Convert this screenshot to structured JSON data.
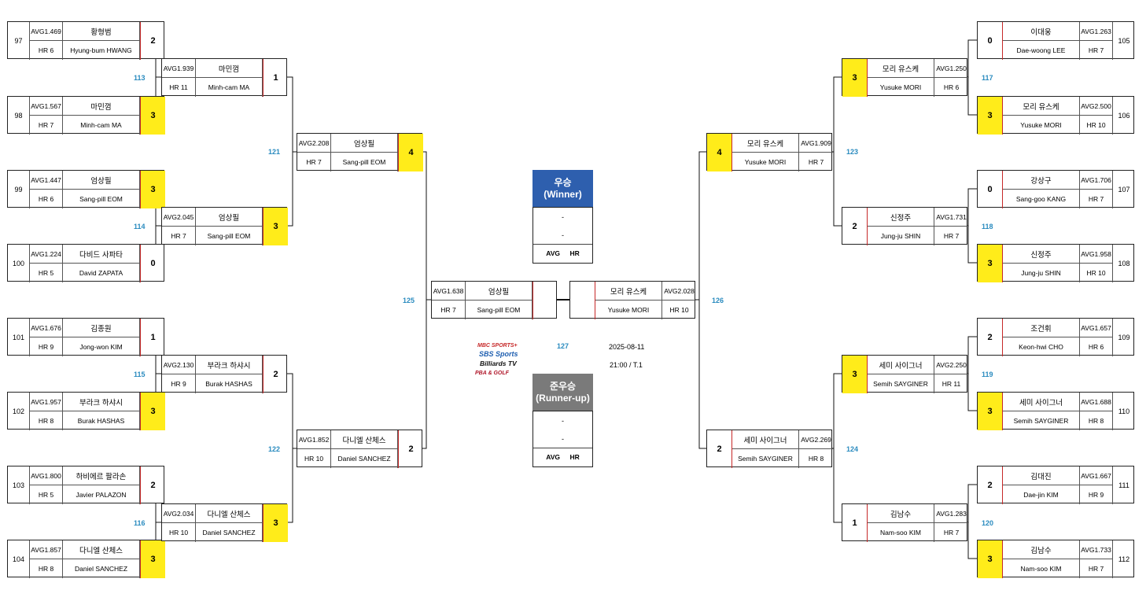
{
  "winner": {
    "title": "우승",
    "subtitle": "(Winner)",
    "name": "-",
    "name_en": "-",
    "avg_label": "AVG",
    "hr_label": "HR",
    "color": "#2e5fae"
  },
  "runner_up": {
    "title": "준우승",
    "subtitle": "(Runner-up)",
    "name": "-",
    "name_en": "-",
    "avg_label": "AVG",
    "hr_label": "HR",
    "color": "#7a7a7a"
  },
  "final": {
    "id": "127",
    "date": "2025-08-11",
    "time": "21:00 / T.1"
  },
  "logos": {
    "mbc": "MBC SPORTS+",
    "sbs": "SBS Sports",
    "billiards": "Billiards TV",
    "pba": "PBA & GOLF"
  },
  "colors": {
    "winner_fill": "#ffec1a",
    "match_label": "#2a8bbf",
    "border_accent": "#c62828"
  },
  "match_labels": [
    "113",
    "114",
    "115",
    "116",
    "121",
    "122",
    "125",
    "117",
    "118",
    "119",
    "120",
    "123",
    "124",
    "126"
  ],
  "players": [
    {
      "seed": "97",
      "avg": "AVG1.469",
      "hr": "HR 6",
      "name": "황형범",
      "name_en": "Hyung-bum HWANG",
      "score": "2",
      "win": false
    },
    {
      "seed": "98",
      "avg": "AVG1.567",
      "hr": "HR 7",
      "name": "마민껌",
      "name_en": "Minh-cam MA",
      "score": "3",
      "win": true
    },
    {
      "seed": "99",
      "avg": "AVG1.447",
      "hr": "HR 6",
      "name": "엄상필",
      "name_en": "Sang-pill EOM",
      "score": "3",
      "win": true
    },
    {
      "seed": "100",
      "avg": "AVG1.224",
      "hr": "HR 5",
      "name": "다비드 사파타",
      "name_en": "David ZAPATA",
      "score": "0",
      "win": false
    },
    {
      "seed": "101",
      "avg": "AVG1.676",
      "hr": "HR 9",
      "name": "김종원",
      "name_en": "Jong-won KIM",
      "score": "1",
      "win": false
    },
    {
      "seed": "102",
      "avg": "AVG1.957",
      "hr": "HR 8",
      "name": "부라크 하샤시",
      "name_en": "Burak HASHAS",
      "score": "3",
      "win": true
    },
    {
      "seed": "103",
      "avg": "AVG1.800",
      "hr": "HR 5",
      "name": "하비에르 팔라손",
      "name_en": "Javier PALAZON",
      "score": "2",
      "win": false
    },
    {
      "seed": "104",
      "avg": "AVG1.857",
      "hr": "HR 8",
      "name": "다니엘 산체스",
      "name_en": "Daniel SANCHEZ",
      "score": "3",
      "win": true
    },
    {
      "avg": "AVG1.939",
      "hr": "HR 11",
      "name": "마민껌",
      "name_en": "Minh-cam MA",
      "score": "1",
      "win": false
    },
    {
      "avg": "AVG2.045",
      "hr": "HR 7",
      "name": "엄상필",
      "name_en": "Sang-pill EOM",
      "score": "3",
      "win": true
    },
    {
      "avg": "AVG2.130",
      "hr": "HR 9",
      "name": "부라크 하샤시",
      "name_en": "Burak HASHAS",
      "score": "2",
      "win": false
    },
    {
      "avg": "AVG2.034",
      "hr": "HR 10",
      "name": "다니엘 산체스",
      "name_en": "Daniel SANCHEZ",
      "score": "3",
      "win": true
    },
    {
      "avg": "AVG2.208",
      "hr": "HR 7",
      "name": "엄상필",
      "name_en": "Sang-pill EOM",
      "score": "4",
      "win": true
    },
    {
      "avg": "AVG1.852",
      "hr": "HR 10",
      "name": "다니엘 산체스",
      "name_en": "Daniel SANCHEZ",
      "score": "2",
      "win": false
    },
    {
      "avg": "AVG1.638",
      "hr": "HR 7",
      "name": "엄상필",
      "name_en": "Sang-pill EOM",
      "score": "",
      "win": false
    },
    {
      "seed": "105",
      "avg": "AVG1.263",
      "hr": "HR 7",
      "name": "이대웅",
      "name_en": "Dae-woong LEE",
      "score": "0",
      "win": false
    },
    {
      "seed": "106",
      "avg": "AVG2.500",
      "hr": "HR 10",
      "name": "모리 유스케",
      "name_en": "Yusuke MORI",
      "score": "3",
      "win": true
    },
    {
      "seed": "107",
      "avg": "AVG1.706",
      "hr": "HR 7",
      "name": "강상구",
      "name_en": "Sang-goo KANG",
      "score": "0",
      "win": false
    },
    {
      "seed": "108",
      "avg": "AVG1.958",
      "hr": "HR 10",
      "name": "신정주",
      "name_en": "Jung-ju SHIN",
      "score": "3",
      "win": true
    },
    {
      "seed": "109",
      "avg": "AVG1.657",
      "hr": "HR 6",
      "name": "조건휘",
      "name_en": "Keon-hwi CHO",
      "score": "2",
      "win": false
    },
    {
      "seed": "110",
      "avg": "AVG1.688",
      "hr": "HR 8",
      "name": "세미 사이그너",
      "name_en": "Semih SAYGINER",
      "score": "3",
      "win": true
    },
    {
      "seed": "111",
      "avg": "AVG1.667",
      "hr": "HR 9",
      "name": "김대진",
      "name_en": "Dae-jin KIM",
      "score": "2",
      "win": false
    },
    {
      "seed": "112",
      "avg": "AVG1.733",
      "hr": "HR 7",
      "name": "김남수",
      "name_en": "Nam-soo KIM",
      "score": "3",
      "win": true
    },
    {
      "avg": "AVG1.250",
      "hr": "HR 6",
      "name": "모리 유스케",
      "name_en": "Yusuke MORI",
      "score": "3",
      "win": true
    },
    {
      "avg": "AVG1.731",
      "hr": "HR 7",
      "name": "신정주",
      "name_en": "Jung-ju SHIN",
      "score": "2",
      "win": false
    },
    {
      "avg": "AVG2.250",
      "hr": "HR 11",
      "name": "세미 사이그너",
      "name_en": "Semih SAYGINER",
      "score": "3",
      "win": true
    },
    {
      "avg": "AVG1.283",
      "hr": "HR 7",
      "name": "김남수",
      "name_en": "Nam-soo KIM",
      "score": "1",
      "win": false
    },
    {
      "avg": "AVG1.909",
      "hr": "HR 7",
      "name": "모리 유스케",
      "name_en": "Yusuke MORI",
      "score": "4",
      "win": true
    },
    {
      "avg": "AVG2.269",
      "hr": "HR 8",
      "name": "세미 사이그너",
      "name_en": "Semih SAYGINER",
      "score": "2",
      "win": false
    },
    {
      "avg": "AVG2.028",
      "hr": "HR 10",
      "name": "모리 유스케",
      "name_en": "Yusuke MORI",
      "score": "",
      "win": false
    }
  ]
}
